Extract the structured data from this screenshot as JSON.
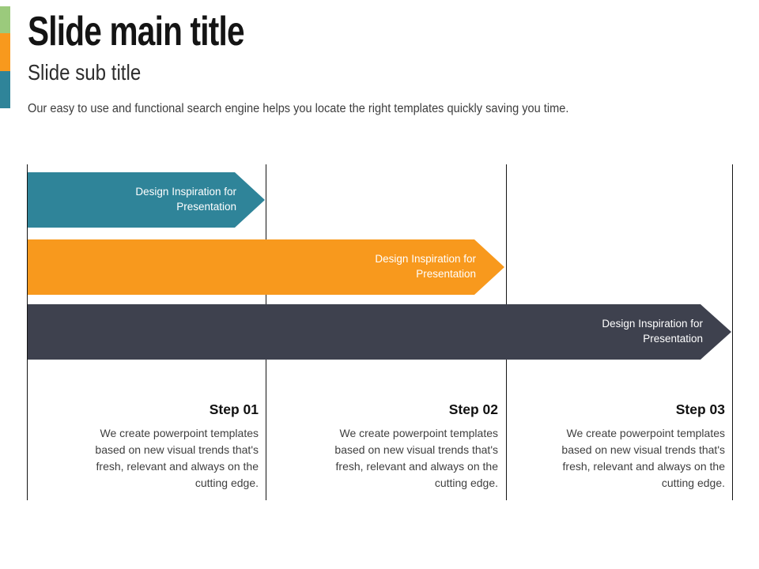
{
  "slide": {
    "title": "Slide main title",
    "subtitle": "Slide sub title",
    "description": "Our easy to use and functional search engine  helps you locate the right templates quickly saving you time."
  },
  "accent_bars": [
    {
      "name": "green",
      "color": "#9BCA7C"
    },
    {
      "name": "orange",
      "color": "#F8991D"
    },
    {
      "name": "teal",
      "color": "#2F8499"
    }
  ],
  "diagram": {
    "divider_color": "#141414",
    "arrows": [
      {
        "line1": "Design Inspiration for",
        "line2": "Presentation",
        "color": "#2F8499",
        "text_color": "#FFFFFF"
      },
      {
        "line1": "Design Inspiration for",
        "line2": "Presentation",
        "color": "#F8991D",
        "text_color": "#FFFFFF"
      },
      {
        "line1": "Design Inspiration for",
        "line2": "Presentation",
        "color": "#3E414E",
        "text_color": "#FFFFFF"
      }
    ],
    "steps": [
      {
        "title": "Step 01",
        "body": "We create powerpoint templates based on new visual trends that's fresh, relevant and always on the cutting edge."
      },
      {
        "title": "Step 02",
        "body": "We create powerpoint templates based on new visual trends that's fresh, relevant and always on the cutting edge."
      },
      {
        "title": "Step 03",
        "body": "We create powerpoint templates based on new visual trends that's fresh, relevant and always on the cutting edge."
      }
    ]
  }
}
